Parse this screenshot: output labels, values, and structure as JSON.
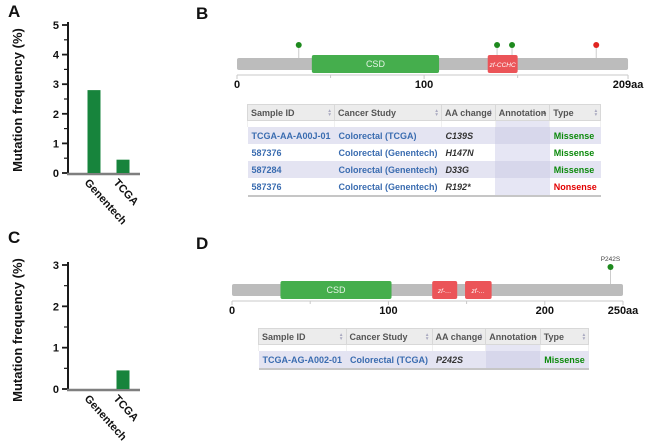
{
  "colors": {
    "bar_green": "#17843c",
    "domain_green": "#45ae4d",
    "domain_red": "#eb5458",
    "backbone_gray": "#bcbcbc",
    "axis_gray": "#c9c9c9",
    "lollipop_missense": "#1e8a1e",
    "lollipop_nonsense": "#e02420",
    "link_blue": "#3a6cb0",
    "missense_text": "#0c8a0c",
    "nonsense_text": "#e30000",
    "stripe_lavender": "#e4e4f2",
    "annotation_lavender": "#d7d7eb"
  },
  "panels": {
    "A": {
      "label": "A",
      "ylabel": "Mutation frequency (%)"
    },
    "B": {
      "label": "B",
      "diagram": {
        "length_aa": 209,
        "ticks": [
          {
            "pos": 0,
            "label": "0"
          },
          {
            "pos": 50
          },
          {
            "pos": 100,
            "label": "100"
          },
          {
            "pos": 150
          },
          {
            "pos": 209,
            "label": "209aa"
          }
        ],
        "domains": [
          {
            "name": "CSD",
            "start": 40,
            "end": 108,
            "color": "green"
          },
          {
            "name": "zf-CCHC",
            "start": 134,
            "end": 150,
            "color": "red"
          }
        ],
        "mutations": [
          {
            "aa": 33,
            "label": "D33G",
            "type": "missense",
            "label_visible": false
          },
          {
            "aa": 139,
            "label": "C139S",
            "type": "missense",
            "label_visible": false
          },
          {
            "aa": 147,
            "label": "H147N",
            "type": "missense",
            "label_visible": false
          },
          {
            "aa": 192,
            "label": "R192*",
            "type": "nonsense",
            "label_visible": false
          }
        ]
      },
      "table": {
        "headers": [
          {
            "label": "Sample ID",
            "sort": "both"
          },
          {
            "label": "Cancer Study",
            "sort": "both"
          },
          {
            "label": "AA change",
            "sort": "both"
          },
          {
            "label": "Annotation",
            "sort": "asc"
          },
          {
            "label": "Type",
            "sort": "both"
          }
        ],
        "rows": [
          {
            "sample_id": "TCGA-AA-A00J-01",
            "cancer_study": "Colorectal (TCGA)",
            "aa_change": "C139S",
            "annotation": "",
            "type": "Missense"
          },
          {
            "sample_id": "587376",
            "cancer_study": "Colorectal (Genentech)",
            "aa_change": "H147N",
            "annotation": "",
            "type": "Missense"
          },
          {
            "sample_id": "587284",
            "cancer_study": "Colorectal (Genentech)",
            "aa_change": "D33G",
            "annotation": "",
            "type": "Missense"
          },
          {
            "sample_id": "587376",
            "cancer_study": "Colorectal (Genentech)",
            "aa_change": "R192*",
            "annotation": "",
            "type": "Nonsense"
          }
        ]
      }
    },
    "C": {
      "label": "C",
      "ylabel": "Mutation frequency (%)"
    },
    "D": {
      "label": "D",
      "diagram": {
        "length_aa": 250,
        "ticks": [
          {
            "pos": 0,
            "label": "0"
          },
          {
            "pos": 50
          },
          {
            "pos": 100,
            "label": "100"
          },
          {
            "pos": 150
          },
          {
            "pos": 200,
            "label": "200"
          },
          {
            "pos": 250,
            "label": "250aa"
          }
        ],
        "domains": [
          {
            "name": "CSD",
            "start": 31,
            "end": 102,
            "color": "green"
          },
          {
            "name": "zf-…",
            "start": 128,
            "end": 144,
            "color": "red"
          },
          {
            "name": "zf-…",
            "start": 149,
            "end": 166,
            "color": "red"
          }
        ],
        "mutations": [
          {
            "aa": 242,
            "label": "P242S",
            "type": "missense",
            "label_visible": true
          }
        ]
      },
      "table": {
        "headers": [
          {
            "label": "Sample ID",
            "sort": "both"
          },
          {
            "label": "Cancer Study",
            "sort": "both"
          },
          {
            "label": "AA change",
            "sort": "both"
          },
          {
            "label": "Annotation",
            "sort": "asc"
          },
          {
            "label": "Type",
            "sort": "both"
          }
        ],
        "rows": [
          {
            "sample_id": "TCGA-AG-A002-01",
            "cancer_study": "Colorectal (TCGA)",
            "aa_change": "P242S",
            "annotation": "",
            "type": "Missense"
          }
        ]
      }
    }
  },
  "chart_data": [
    {
      "type": "bar",
      "panel": "A",
      "title": "",
      "xlabel": "",
      "ylabel": "Mutation frequency (%)",
      "categories": [
        "Genentech",
        "TCGA"
      ],
      "values": [
        2.8,
        0.45
      ],
      "ylim": [
        0,
        5
      ],
      "ytick_major": 1,
      "ytick_minor": 0.5,
      "grid": false,
      "bar_color": "#17843c"
    },
    {
      "type": "bar",
      "panel": "C",
      "title": "",
      "xlabel": "",
      "ylabel": "Mutation frequency (%)",
      "categories": [
        "Genentech",
        "TCGA"
      ],
      "values": [
        0,
        0.45
      ],
      "ylim": [
        0,
        3
      ],
      "ytick_major": 1,
      "ytick_minor": 0.5,
      "grid": false,
      "bar_color": "#17843c"
    },
    {
      "type": "lollipop",
      "panel": "B",
      "protein_length_aa": 209,
      "axis_tick_labels": [
        "0",
        "100",
        "209aa"
      ],
      "domains": [
        "CSD (40-108)",
        "zf-CCHC (134-150)"
      ],
      "mutations": [
        {
          "aa": 33,
          "label": "D33G",
          "type": "missense"
        },
        {
          "aa": 139,
          "label": "C139S",
          "type": "missense"
        },
        {
          "aa": 147,
          "label": "H147N",
          "type": "missense"
        },
        {
          "aa": 192,
          "label": "R192*",
          "type": "nonsense"
        }
      ]
    },
    {
      "type": "lollipop",
      "panel": "D",
      "protein_length_aa": 250,
      "axis_tick_labels": [
        "0",
        "100",
        "200",
        "250aa"
      ],
      "domains": [
        "CSD (31-102)",
        "zf-… (128-144)",
        "zf-… (149-166)"
      ],
      "mutations": [
        {
          "aa": 242,
          "label": "P242S",
          "type": "missense"
        }
      ]
    }
  ]
}
